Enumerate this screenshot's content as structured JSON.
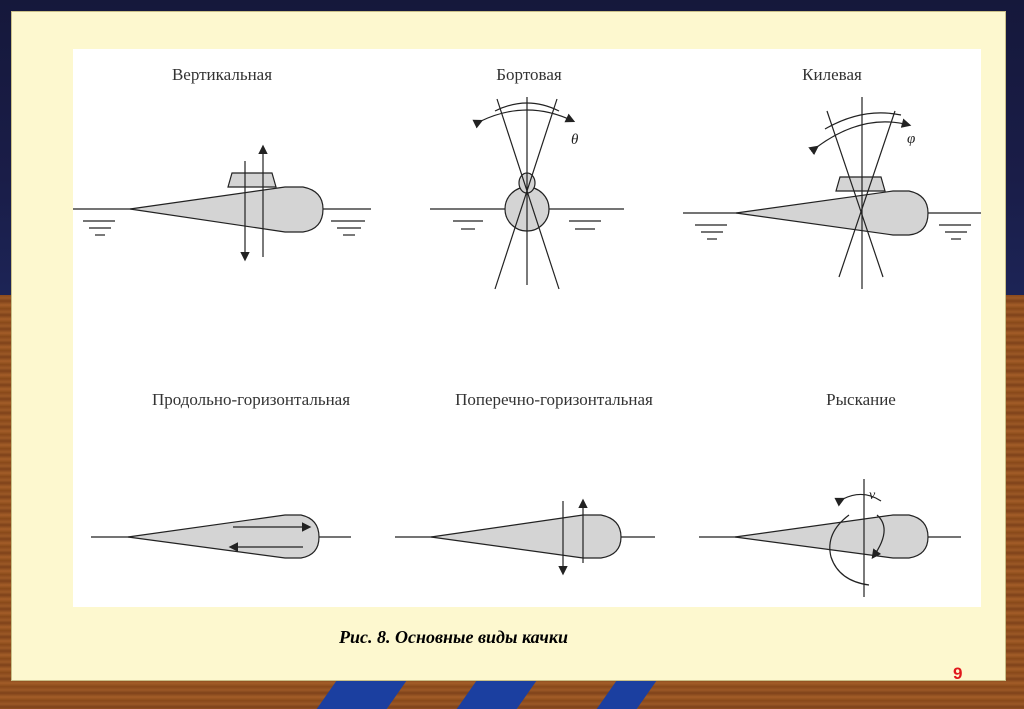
{
  "figure": {
    "labels": {
      "vertical": "Вертикальная",
      "roll": "Бортовая",
      "pitch": "Килевая",
      "surge": "Продольно-горизонтальная",
      "sway": "Поперечно-горизонтальная",
      "yaw": "Рыскание"
    },
    "symbols": {
      "theta": "θ",
      "phi": "φ",
      "psi": "ν"
    }
  },
  "caption": "Рис. 8. Основные виды качки",
  "page_number": "9",
  "colors": {
    "hull_fill": "#d4d4d4",
    "stroke": "#222222",
    "page_number": "#e0181c"
  }
}
